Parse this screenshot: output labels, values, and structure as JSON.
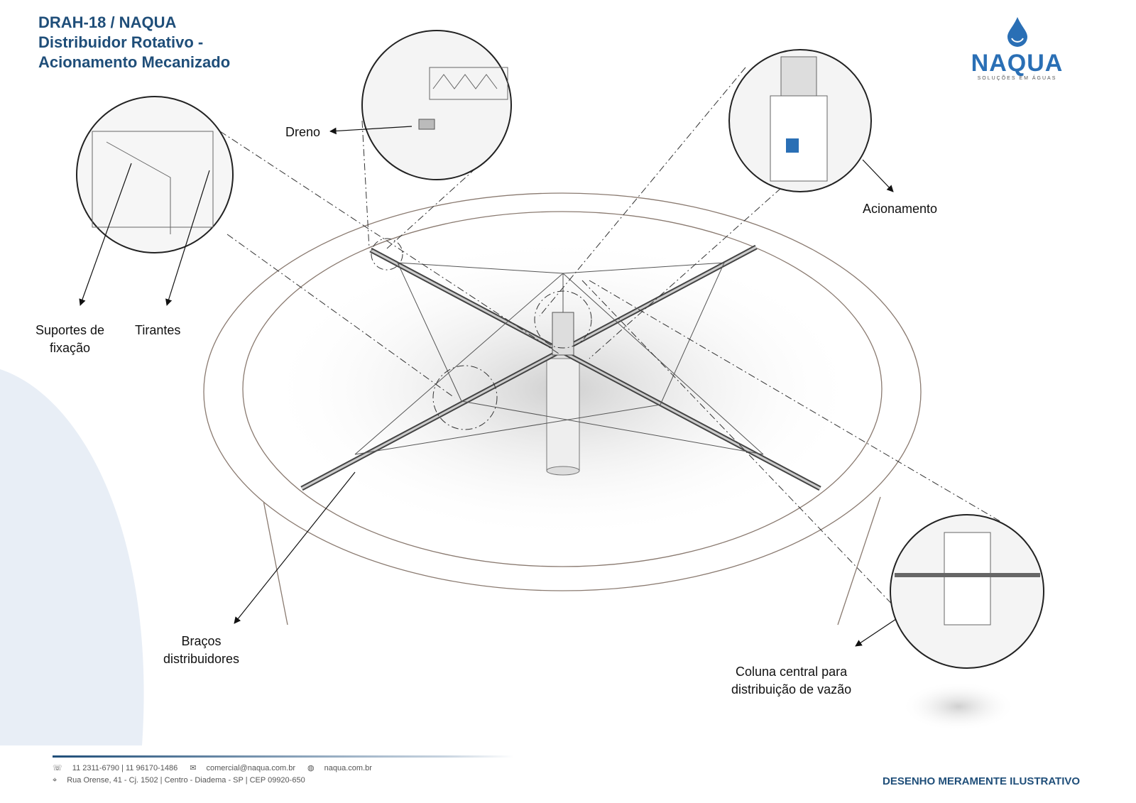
{
  "header": {
    "title_line1": "DRAH-18 / NAQUA",
    "title_line2": "Distribuidor Rotativo -",
    "title_line3": "Acionamento Mecanizado"
  },
  "logo": {
    "name": "NAQUA",
    "tagline": "SOLUÇÕES EM ÁGUAS",
    "icon": "water-drop-icon"
  },
  "labels": {
    "dreno": "Dreno",
    "acionamento": "Acionamento",
    "suportes_line1": "Suportes de",
    "suportes_line2": "fixação",
    "tirantes": "Tirantes",
    "bracos_line1": "Braços",
    "bracos_line2": "distribuidores",
    "coluna_line1": "Coluna central para",
    "coluna_line2": "distribuição de vazão"
  },
  "footer": {
    "phones": "11 2311-6790  |  11 96170-1486",
    "email": "comercial@naqua.com.br",
    "website": "naqua.com.br",
    "address": "Rua Orense, 41  -  Cj. 1502  |  Centro  -  Diadema  -  SP  |  CEP 09920-650"
  },
  "disclaimer": "DESENHO MERAMENTE ILUSTRATIVO",
  "colors": {
    "brand": "#1f4e79",
    "logo": "#2a6fb5"
  }
}
